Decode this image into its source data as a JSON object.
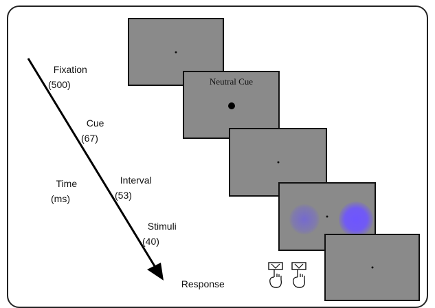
{
  "timeline": {
    "axis": {
      "label_line1": "Time",
      "label_line2": "(ms)"
    },
    "stages": [
      {
        "name": "Fixation",
        "duration": "(500)"
      },
      {
        "name": "Cue",
        "duration": "(67)"
      },
      {
        "name": "Interval",
        "duration": "(53)"
      },
      {
        "name": "Stimuli",
        "duration": "(40)"
      }
    ],
    "response": "Response"
  },
  "screens": {
    "cue_text": "Neutral Cue",
    "background_color": "#8a8a8a",
    "stimulus_color": "#6a55ff"
  },
  "icons": [
    "hand-keypress-icon",
    "hand-keypress-icon"
  ]
}
